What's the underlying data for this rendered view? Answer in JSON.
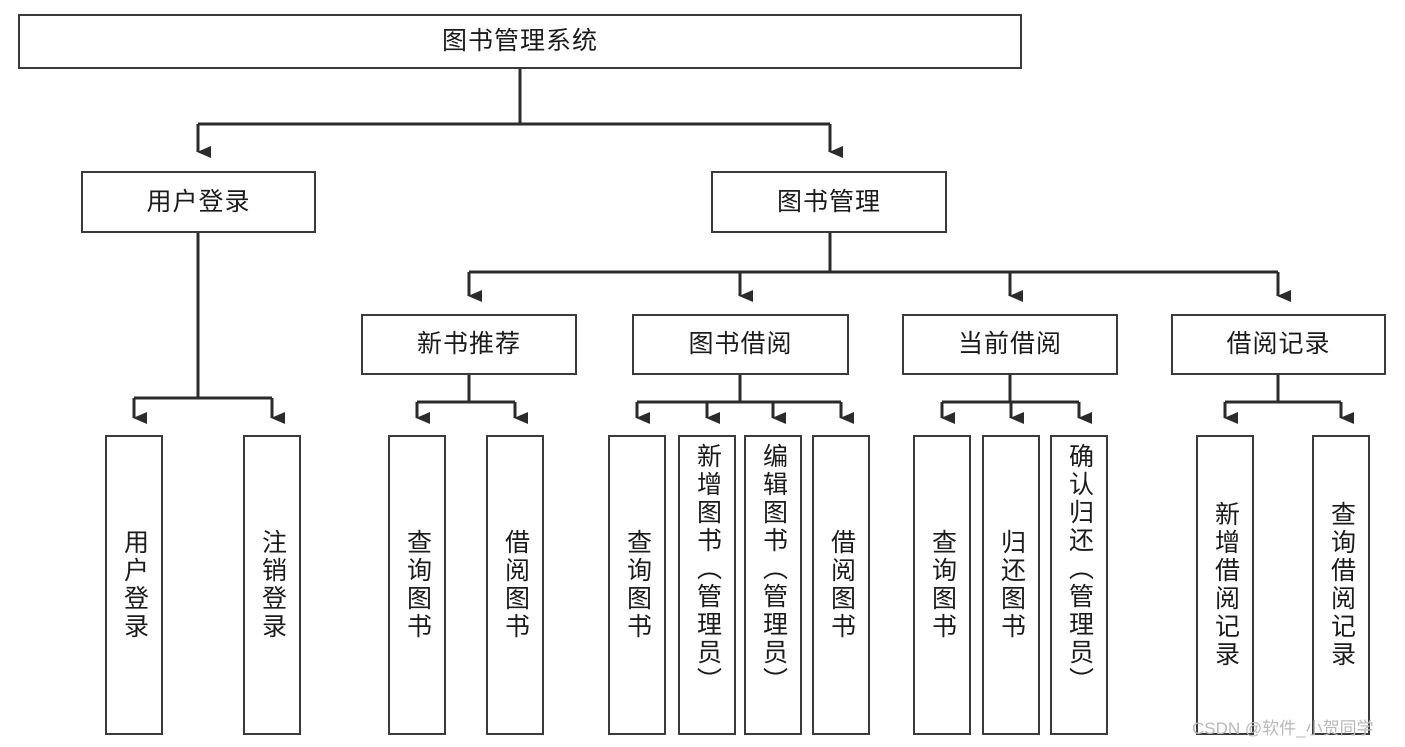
{
  "diagram": {
    "title": "图书管理系统",
    "type": "tree",
    "watermark": "CSDN @软件_小贺同学",
    "colors": {
      "box_border": "#3a3a3a",
      "box_fill": "#ffffff",
      "connector": "#2b2b2b",
      "text": "#1b1b1b",
      "watermark": "#b9b9b9",
      "background": "#ffffff"
    },
    "root": {
      "label": "图书管理系统",
      "orientation": "horizontal"
    },
    "level2": [
      {
        "label": "用户登录",
        "orientation": "horizontal"
      },
      {
        "label": "图书管理",
        "orientation": "horizontal"
      }
    ],
    "level3": [
      {
        "label": "新书推荐",
        "orientation": "horizontal"
      },
      {
        "label": "图书借阅",
        "orientation": "horizontal"
      },
      {
        "label": "当前借阅",
        "orientation": "horizontal"
      },
      {
        "label": "借阅记录",
        "orientation": "horizontal"
      }
    ],
    "leaves": {
      "user_login": [
        {
          "label": "用户登录",
          "orientation": "vertical"
        },
        {
          "label": "注销登录",
          "orientation": "vertical"
        }
      ],
      "new_book_recommend": [
        {
          "label": "查询图书",
          "orientation": "vertical"
        },
        {
          "label": "借阅图书",
          "orientation": "vertical"
        }
      ],
      "book_borrow": [
        {
          "label": "查询图书",
          "orientation": "vertical"
        },
        {
          "label": "新增图书（管理员）",
          "orientation": "vertical"
        },
        {
          "label": "编辑图书（管理员）",
          "orientation": "vertical"
        },
        {
          "label": "借阅图书",
          "orientation": "vertical"
        }
      ],
      "current_borrow": [
        {
          "label": "查询图书",
          "orientation": "vertical"
        },
        {
          "label": "归还图书",
          "orientation": "vertical"
        },
        {
          "label": "确认归还（管理员）",
          "orientation": "vertical"
        }
      ],
      "borrow_record": [
        {
          "label": "新增借阅记录",
          "orientation": "vertical"
        },
        {
          "label": "查询借阅记录",
          "orientation": "vertical"
        }
      ]
    }
  }
}
